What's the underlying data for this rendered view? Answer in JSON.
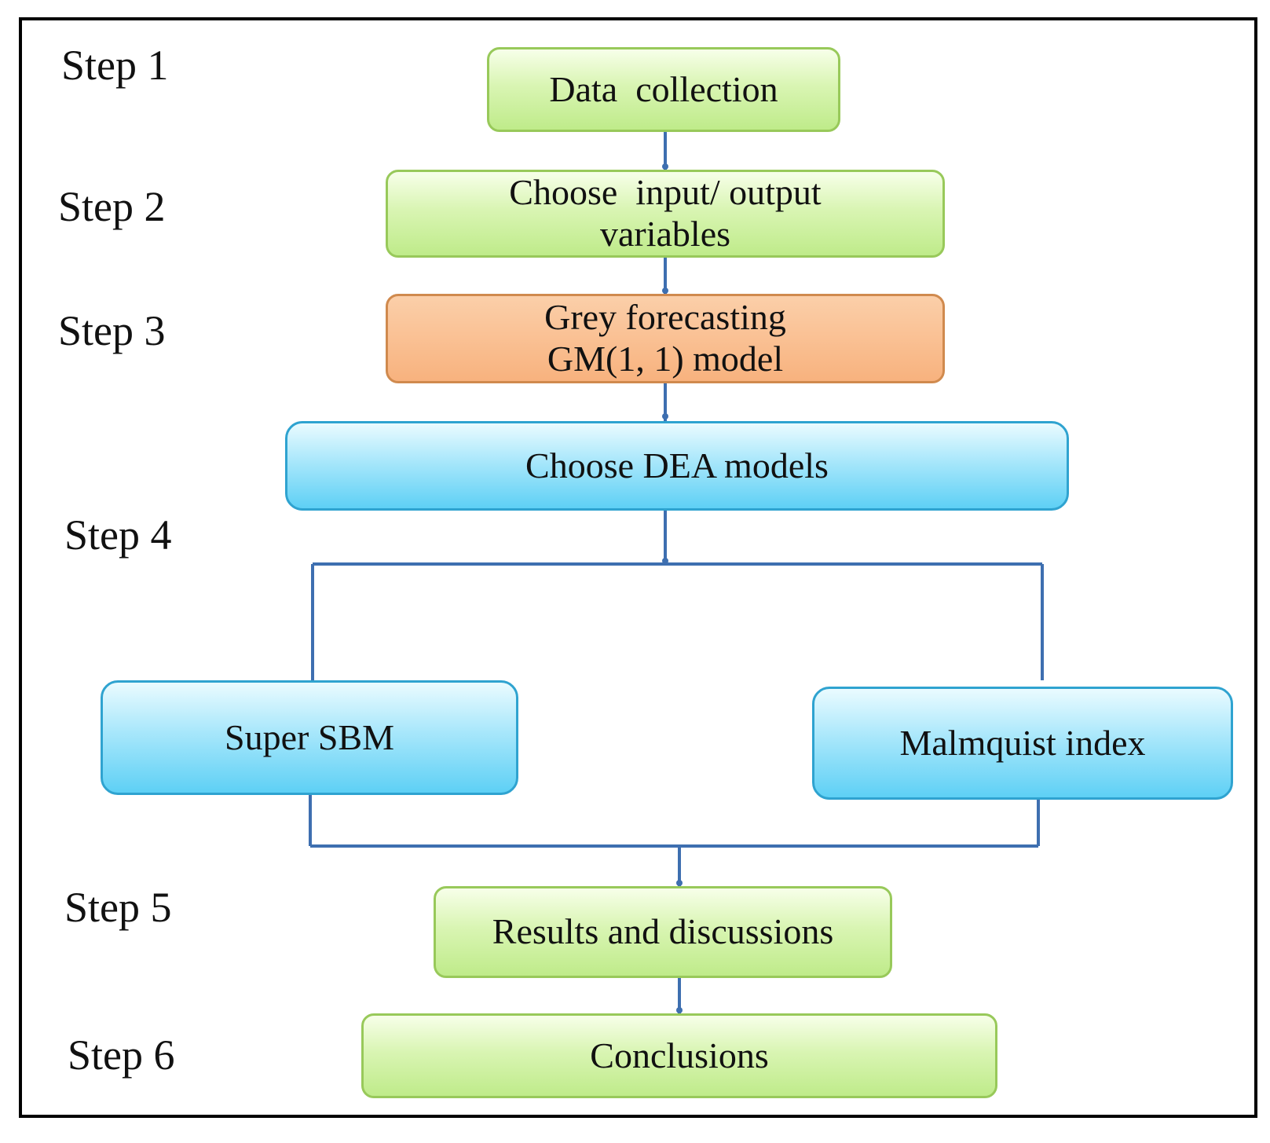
{
  "steps": [
    "Step 1",
    "Step 2",
    "Step 3",
    "Step 4",
    "Step 5",
    "Step 6"
  ],
  "boxes": {
    "data_collection": "Data  collection",
    "choose_variables_line1": "Choose  input/ output",
    "choose_variables_line2": "variables",
    "grey_forecasting_line1": "Grey forecasting",
    "grey_forecasting_line2": "GM(1, 1) model",
    "choose_dea": "Choose DEA models",
    "super_sbm": "Super SBM",
    "malmquist": "Malmquist index",
    "results": "Results and discussions",
    "conclusions": "Conclusions"
  },
  "colors": {
    "process_green": "#c9f09a",
    "forecast_orange": "#f8b27e",
    "model_blue": "#7ad9f7",
    "connector": "#3e6fb0"
  }
}
